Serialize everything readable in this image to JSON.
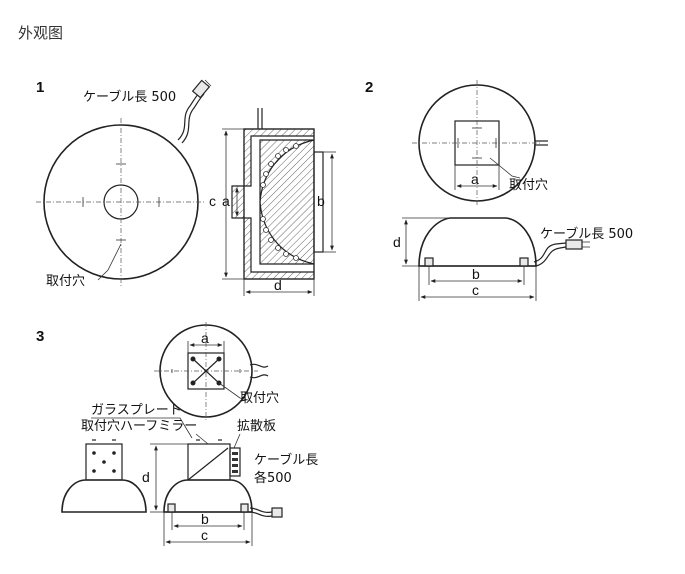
{
  "page_title": "外观图",
  "figures": [
    {
      "number": "1",
      "cable_label": "ケーブル長 500",
      "hole_label": "取付穴",
      "dims": {
        "a": "a",
        "b": "b",
        "c": "c",
        "d": "d"
      }
    },
    {
      "number": "2",
      "cable_label": "ケーブル長 500",
      "hole_label": "取付穴",
      "dims": {
        "a": "a",
        "b": "b",
        "c": "c",
        "d": "d"
      }
    },
    {
      "number": "3",
      "hole_label_top": "取付穴",
      "glass_label": "ガラスプレート",
      "hole_label_side": "取付穴",
      "mirror_label": "ハーフミラー",
      "diffuser_label": "拡散板",
      "cable_label_1": "ケーブル長",
      "cable_label_2": "各500",
      "dims": {
        "a": "a",
        "b": "b",
        "c": "c",
        "d": "d"
      }
    }
  ]
}
